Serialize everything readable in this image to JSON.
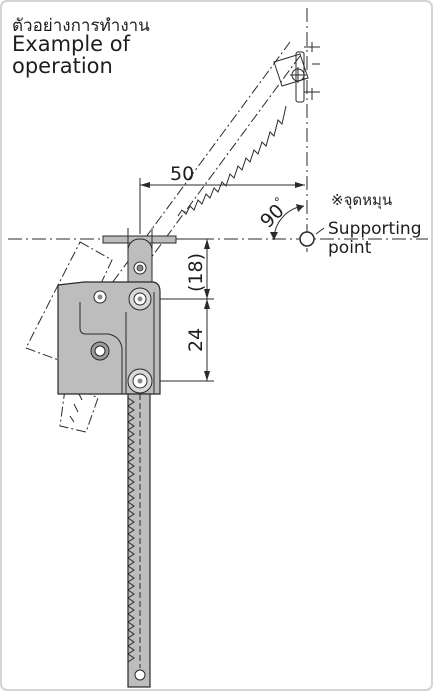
{
  "figure": {
    "title_th": "ตัวอย่างการทำงาน",
    "title_en_line1": "Example of",
    "title_en_line2": "operation",
    "dim_horizontal": "50",
    "dim_vertical_upper": "(18)",
    "dim_vertical_lower": "24",
    "angle": "90",
    "angle_unit": "°",
    "support_note_th": "※จุดหมุน",
    "support_label_line1": "Supporting",
    "support_label_line2": "point"
  },
  "colors": {
    "line": "#2a2a2a",
    "part_fill": "#bdbdbd",
    "part_dark": "#8a8a8a",
    "border": "#d4d4d4"
  }
}
